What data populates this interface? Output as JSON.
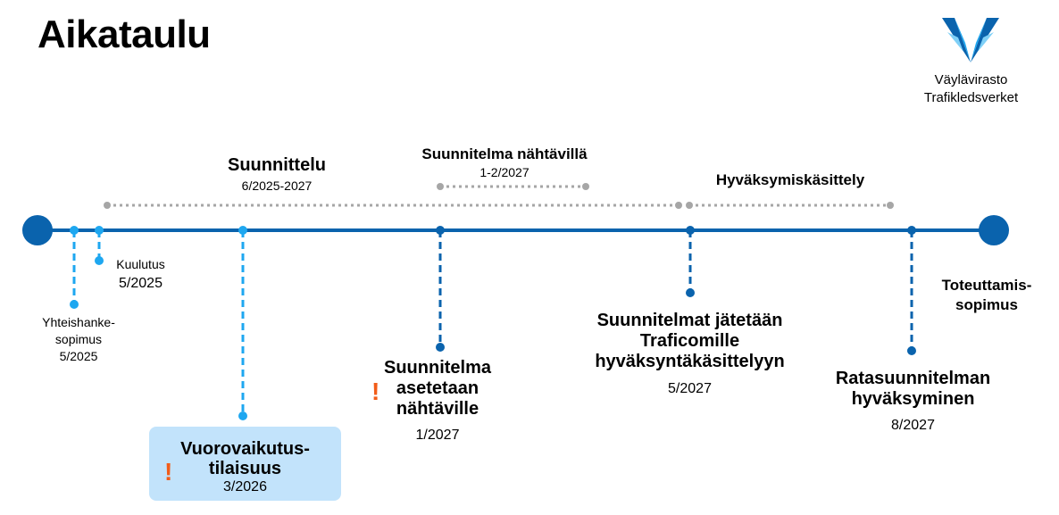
{
  "title": "Aikataulu",
  "logo": {
    "line1": "Väylävirasto",
    "line2": "Trafikledsverket"
  },
  "colors": {
    "main": "#0a63ad",
    "light": "#1ea7f0",
    "gray": "#a6a6a6",
    "highlight": "#c2e3fb",
    "alert": "#f25c19"
  },
  "phases": {
    "suunnittelu": {
      "title": "Suunnittelu",
      "date": "6/2025-2027"
    },
    "nahtavilla": {
      "title": "Suunnitelma nähtävillä",
      "date": "1-2/2027"
    },
    "hyvaksyminen": {
      "title": "Hyväksymiskäsittely"
    }
  },
  "events": {
    "yhteishanke": {
      "line1": "Yhteishanke-",
      "line2": "sopimus",
      "date": "5/2025"
    },
    "kuulutus": {
      "line1": "Kuulutus",
      "date": "5/2025"
    },
    "vuorovaikutus": {
      "line1": "Vuorovaikutus-",
      "line2": "tilaisuus",
      "date": "3/2026",
      "alert": "!"
    },
    "nahtaville": {
      "line1": "Suunnitelma",
      "line2": "asetetaan",
      "line3": "nähtäville",
      "date": "1/2027",
      "alert": "!"
    },
    "traficom": {
      "line1": "Suunnitelmat jätetään",
      "line2": "Traficomille",
      "line3": "hyväksyntäkäsittelyyn",
      "date": "5/2027"
    },
    "ratasuunnitelma": {
      "line1": "Ratasuunnitelman",
      "line2": "hyväksyminen",
      "date": "8/2027"
    },
    "toteuttaminen": {
      "line1": "Toteuttamis-",
      "line2": "sopimus"
    }
  }
}
